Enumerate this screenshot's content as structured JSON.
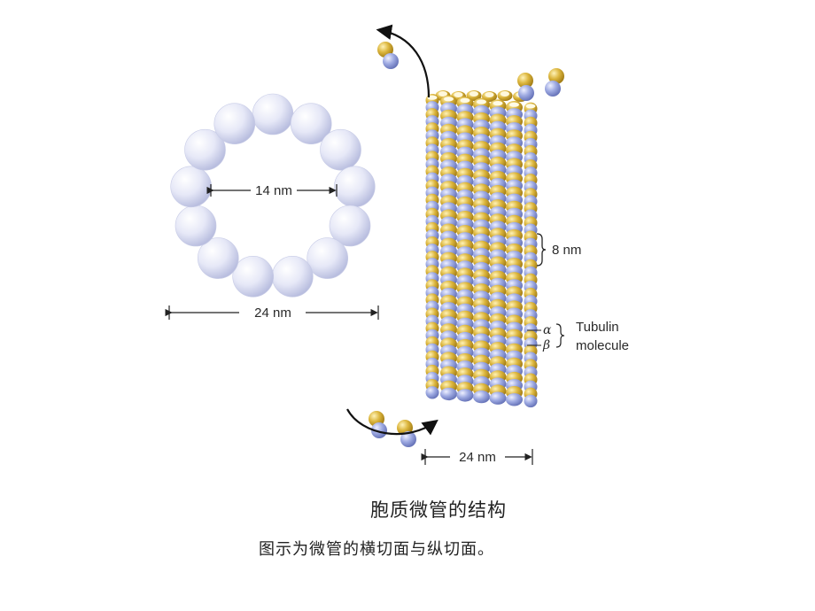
{
  "figure": {
    "cross_section": {
      "inner_diameter_label": "14 nm",
      "outer_diameter_label": "24 nm",
      "subunit_count": 13
    },
    "longitudinal": {
      "spacing_label": "8 nm",
      "alpha_label": "α",
      "beta_label": "β",
      "molecule_label_line1": "Tubulin",
      "molecule_label_line2": "molecule",
      "width_label": "24 nm"
    },
    "colors": {
      "alpha_tubulin": "#d9b43c",
      "beta_tubulin": "#9aa8e0",
      "cross_section_subunit": "#dfe3f5"
    }
  },
  "caption": {
    "title": "胞质微管的结构",
    "subtitle": "图示为微管的横切面与纵切面。"
  }
}
